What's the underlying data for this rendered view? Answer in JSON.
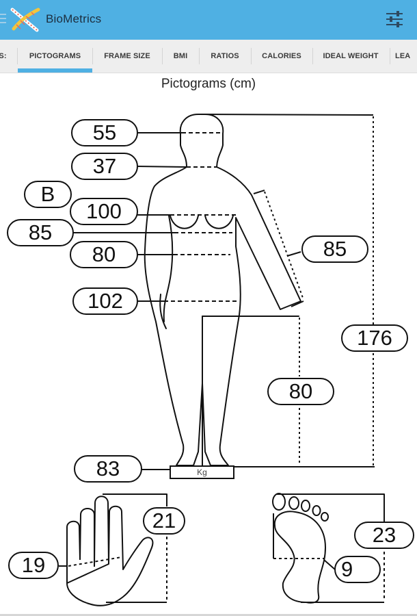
{
  "app": {
    "title": "BioMetrics",
    "brand_color": "#4fb0e3",
    "logo_icon": "dna-helix-icon",
    "settings_icon": "sliders-icon"
  },
  "tabs": [
    {
      "label": "S:",
      "active": false
    },
    {
      "label": "PICTOGRAMS",
      "active": true
    },
    {
      "label": "FRAME SIZE",
      "active": false
    },
    {
      "label": "BMI",
      "active": false
    },
    {
      "label": "RATIOS",
      "active": false
    },
    {
      "label": "CALORIES",
      "active": false
    },
    {
      "label": "IDEAL WEIGHT",
      "active": false
    },
    {
      "label": "LEA",
      "active": false
    }
  ],
  "page": {
    "title": "Pictograms (cm)"
  },
  "measurements": {
    "head": "55",
    "neck": "37",
    "cup": "B",
    "chest": "100",
    "underbust": "85",
    "waist": "80",
    "hips": "102",
    "arm": "85",
    "height": "176",
    "inseam": "80",
    "weight": "83",
    "weight_unit": "Kg",
    "hand_length": "21",
    "hand_width": "19",
    "foot_length": "23",
    "foot_width": "9"
  }
}
